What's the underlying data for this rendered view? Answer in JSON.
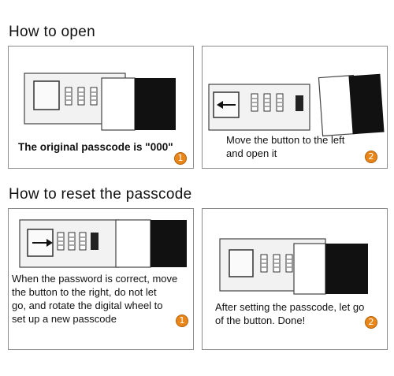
{
  "sections": [
    {
      "title": "How to open",
      "steps": [
        {
          "caption": "The original passcode is \"000\"",
          "step_number": "1",
          "button_position": "left",
          "arrow": "none"
        },
        {
          "caption_lines": [
            "Move the button to the left",
            "and open it"
          ],
          "step_number": "2",
          "button_position": "left",
          "arrow": "left"
        }
      ]
    },
    {
      "title": "How to reset the passcode",
      "steps": [
        {
          "caption_lines": [
            "When the password is correct, move",
            "the button to the right, do not let",
            "go, and rotate the digital wheel to",
            "set up a new passcode"
          ],
          "step_number": "1",
          "button_position": "right",
          "arrow": "right"
        },
        {
          "caption_lines": [
            "After setting the passcode, let go",
            "of the button. Done!"
          ],
          "step_number": "2",
          "button_position": "left",
          "arrow": "none"
        }
      ]
    }
  ],
  "colors": {
    "badge": "#e8861a",
    "border": "#8a8a8a",
    "lock_face": "#f2f2f2",
    "dark_block": "#111111"
  }
}
